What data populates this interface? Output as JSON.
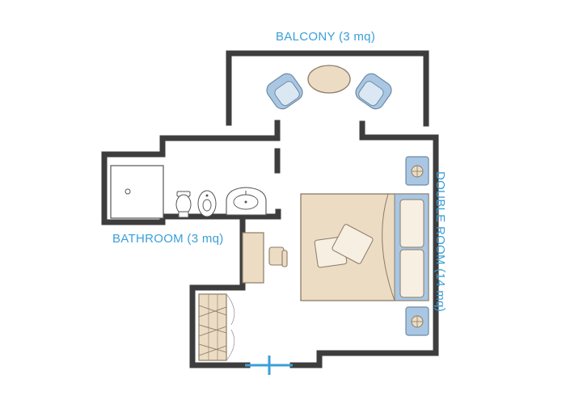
{
  "rooms": {
    "balcony": "BALCONY (3 mq)",
    "bathroom": "BATHROOM (3 mq)",
    "double_room": "DOUBLE ROOM (14 mq)"
  },
  "colors": {
    "wall": "#3d3d3d",
    "label": "#3a9fd8",
    "furniture_fill": "#ecdcc4",
    "furniture_stroke": "#8a7b66",
    "upholstery": "#a9c7e3",
    "pillow": "#f6efe2",
    "door_marker": "#3a9fd8"
  },
  "icons": [
    "armchair-icon",
    "table-icon",
    "shower-icon",
    "toilet-icon",
    "bidet-icon",
    "sink-icon",
    "desk-icon",
    "chair-icon",
    "bed-icon",
    "nightstand-icon",
    "wardrobe-icon",
    "entrance-icon"
  ]
}
